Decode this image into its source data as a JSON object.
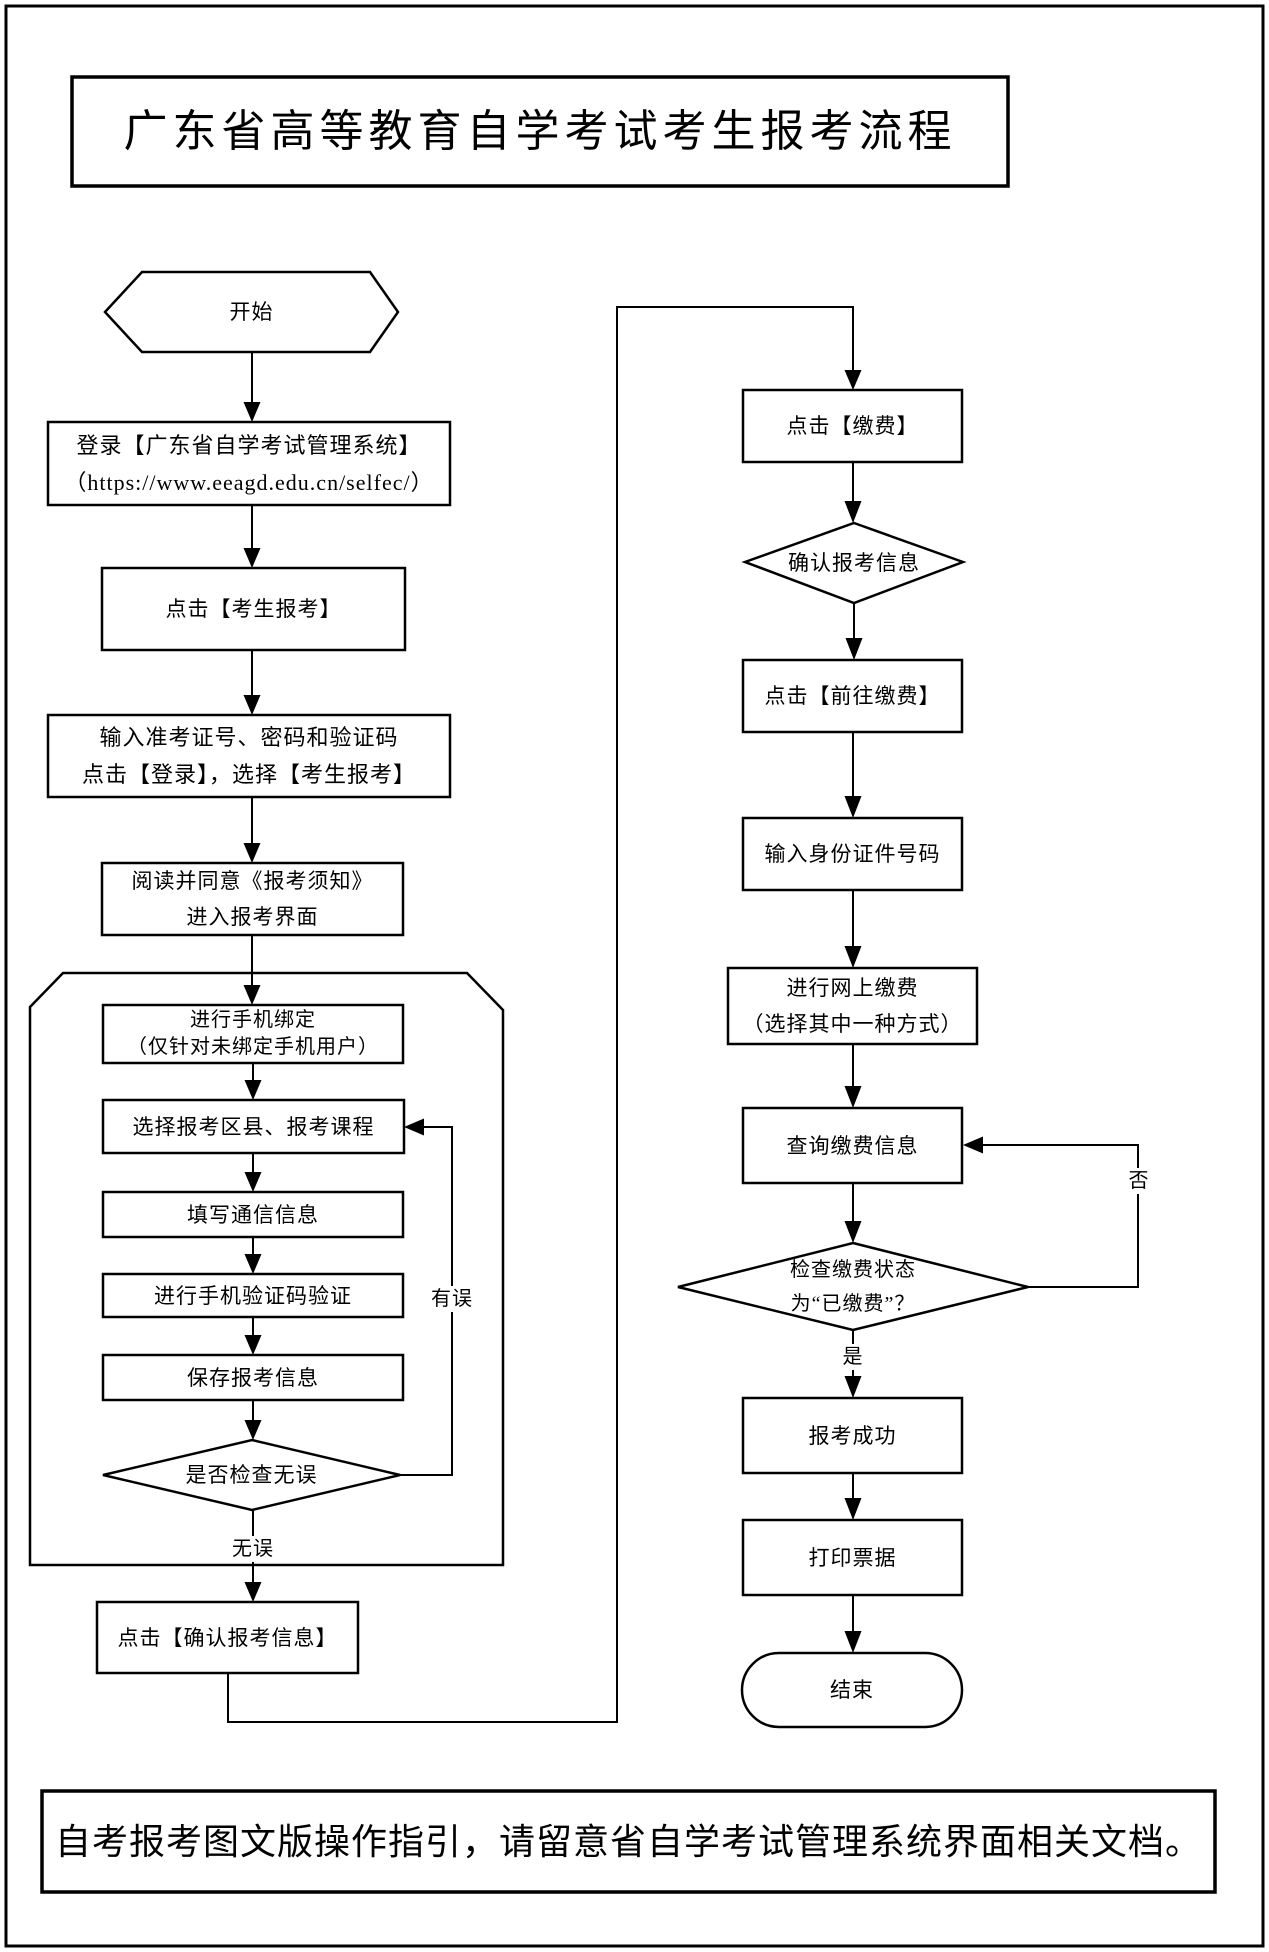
{
  "page": {
    "title": "广东省高等教育自学考试考生报考流程",
    "footer_note": "自考报考图文版操作指引，请留意省自学考试管理系统界面相关文档。"
  },
  "flowchart": {
    "start": "开始",
    "login_line1": "登录【广东省自学考试管理系统】",
    "login_line2": "（https://www.eeagd.edu.cn/selfec/）",
    "click_register": "点击【考生报考】",
    "credentials_line1": "输入准考证号、密码和验证码",
    "credentials_line2": "点击【登录】，选择【考生报考】",
    "notice_line1": "阅读并同意《报考须知》",
    "notice_line2": "进入报考界面",
    "bind_phone_line1": "进行手机绑定",
    "bind_phone_line2": "（仅针对未绑定手机用户）",
    "select_courses": "选择报考区县、报考课程",
    "fill_contact": "填写通信信息",
    "verify_sms": "进行手机验证码验证",
    "save_info": "保存报考信息",
    "check_ok": "是否检查无误",
    "confirm_info": "点击【确认报考信息】",
    "click_pay": "点击【缴费】",
    "confirm_reg": "确认报考信息",
    "goto_pay": "点击【前往缴费】",
    "input_id": "输入身份证件号码",
    "online_pay_line1": "进行网上缴费",
    "online_pay_line2": "（选择其中一种方式）",
    "query_pay": "查询缴费信息",
    "check_paid_line1": "检查缴费状态",
    "check_paid_line2": "为“已缴费”？",
    "success": "报考成功",
    "print_receipt": "打印票据",
    "end": "结束",
    "labels": {
      "error": "有误",
      "no_error": "无误",
      "yes": "是",
      "no": "否"
    }
  }
}
